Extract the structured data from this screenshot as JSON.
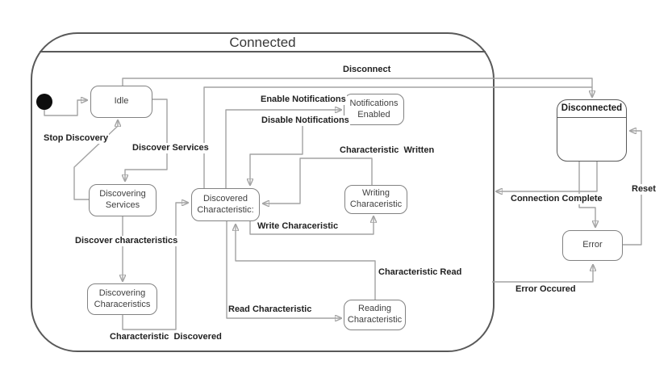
{
  "diagram": {
    "title": "Connected",
    "states": {
      "idle": "Idle",
      "discovering_services": "Discovering\nServices",
      "discovering_characteristics": "Discovering\nCharaceristics",
      "discovered_characteristic": "Discovered\nCharacteristic:",
      "notifications_enabled": "Notifications\nEnabled",
      "writing_characteristic": "Writing\nCharaceristic",
      "reading_characteristic": "Reading\nCharacteristic",
      "disconnected": "Disconnected",
      "error": "Error"
    },
    "transitions": {
      "disconnect": "Disconnect",
      "enable_notifications": "Enable Notifications",
      "disable_notifications": "Disable Notifications",
      "characteristic_written": "Characteristic  Written",
      "stop_discovery": "Stop Discovery",
      "discover_services": "Discover Services",
      "discover_characteristics": "Discover characteristics",
      "write_characteristic": "Write Characeristic",
      "characteristic_discovered": "Characteristic  Discovered",
      "read_characteristic": "Read Characteristic",
      "characteristic_read": "Characteristic Read",
      "connection_complete": "Connection Complete",
      "reset": "Reset",
      "error_occured": "Error Occured"
    },
    "colors": {
      "composite_border": "#595959",
      "state_border": "#828282",
      "connector": "#a3a3a3",
      "label_text": "#212121",
      "state_text": "#3f3f3f"
    }
  }
}
